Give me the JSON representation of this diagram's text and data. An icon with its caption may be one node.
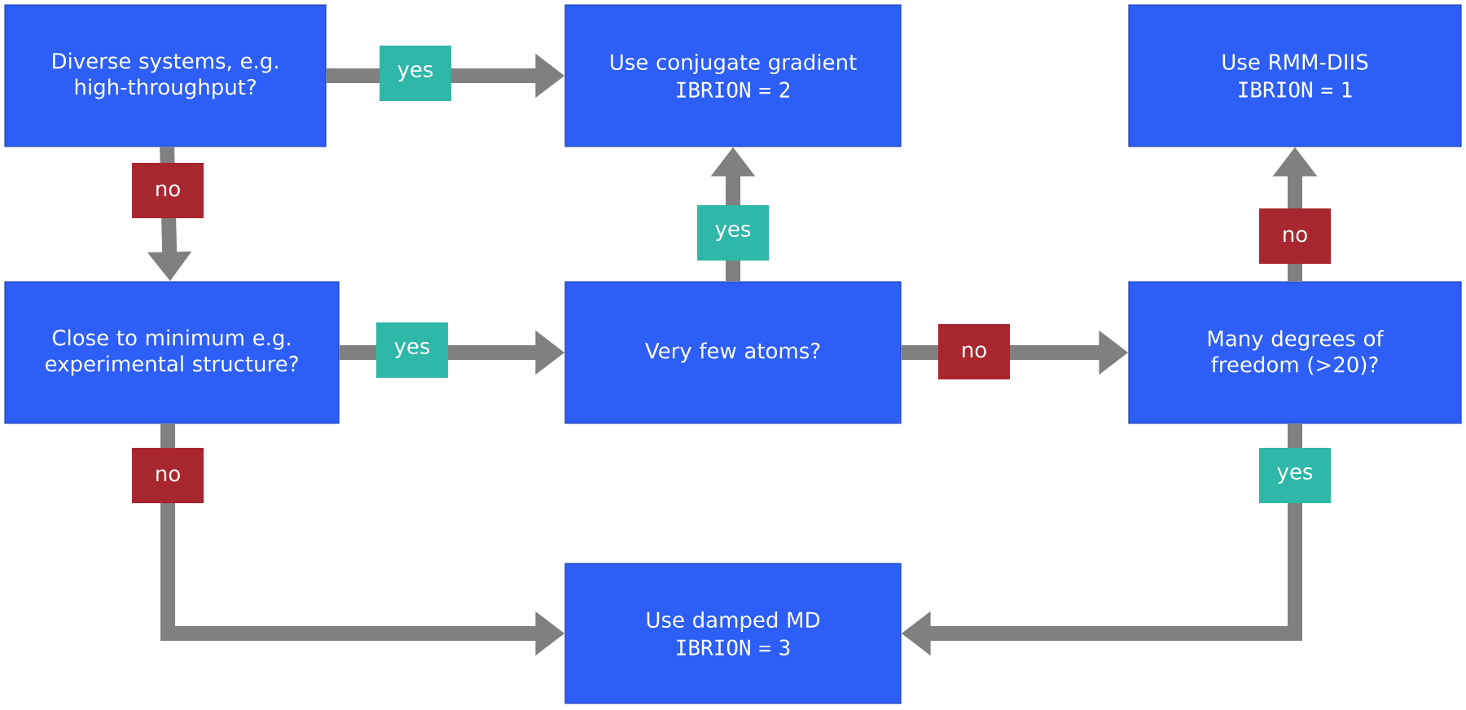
{
  "diagram": {
    "nodes": [
      {
        "text": [
          "Diverse systems, e.g. high-throughput?"
        ]
      },
      {
        "text": [
          "Use conjugate gradient",
          "IBRION = 2"
        ]
      },
      {
        "text": [
          "Use RMM-DIIS",
          "IBRION = 1"
        ]
      },
      {
        "text": [
          "Close to minimum e.g. experimental structure?"
        ]
      },
      {
        "text": [
          "Very few atoms?"
        ]
      },
      {
        "text": [
          "Many degrees of freedom (>20)?"
        ]
      },
      {
        "text": [
          "Use damped MD",
          "IBRION = 3"
        ]
      }
    ],
    "edges": [
      {
        "from": 0,
        "to": 1,
        "arrow": "to",
        "label": "yes"
      },
      {
        "from": 0,
        "to": 3,
        "arrow": "to",
        "label": "no"
      },
      {
        "from": 3,
        "to": 4,
        "arrow": "to",
        "label": "yes"
      },
      {
        "from": 4,
        "to": 1,
        "arrow": "to",
        "label": "yes"
      },
      {
        "from": 4,
        "to": 5,
        "arrow": "to",
        "label": "no"
      },
      {
        "from": 5,
        "to": 2,
        "arrow": "to",
        "label": "no"
      },
      {
        "from": 3,
        "to": 6,
        "arrow": "to",
        "label": "no"
      },
      {
        "from": 5,
        "to": 6,
        "arrow": "to",
        "label": "yes"
      }
    ]
  }
}
